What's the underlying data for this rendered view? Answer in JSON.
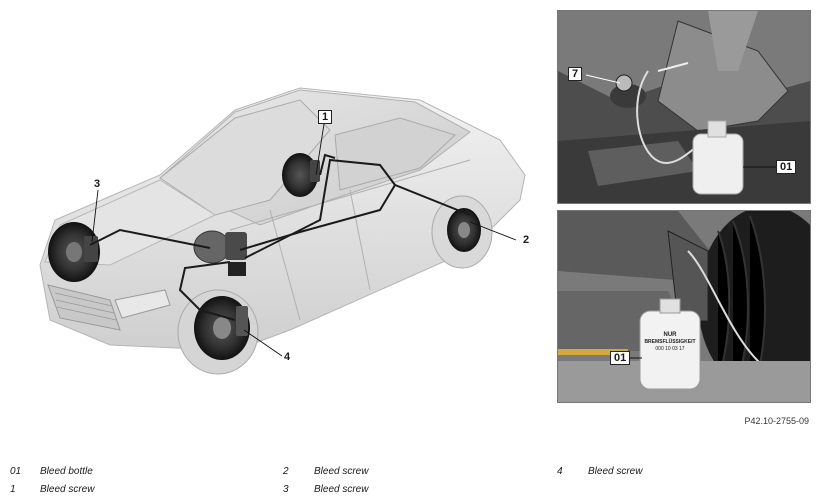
{
  "figure": {
    "reference": "P42.10-2755-09",
    "callouts": {
      "c1": "1",
      "c2": "2",
      "c3": "3",
      "c4": "4",
      "c7": "7",
      "c01_top": "01",
      "c01_bottom": "01"
    },
    "bottle_label_lines": [
      "NUR",
      "BREMSFLÜSSIGKEIT",
      "000 10 03 17"
    ]
  },
  "legend": [
    {
      "num": "01",
      "text": "Bleed bottle"
    },
    {
      "num": "1",
      "text": "Bleed screw"
    },
    {
      "num": "2",
      "text": "Bleed screw"
    },
    {
      "num": "3",
      "text": "Bleed screw"
    },
    {
      "num": "4",
      "text": "Bleed screw"
    }
  ]
}
